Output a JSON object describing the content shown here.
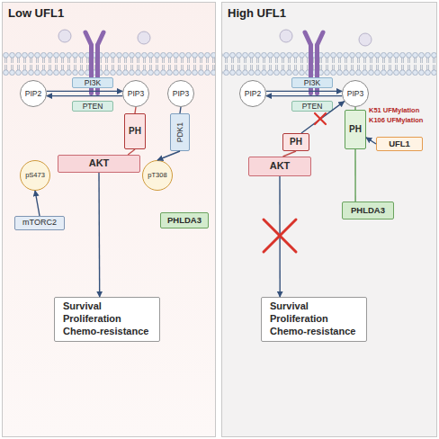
{
  "diagram": {
    "nodes": [
      {
        "text": [
          "Low UFL1"
        ]
      },
      {
        "text": [
          "PIP2"
        ],
        "in": 0
      },
      {
        "text": [
          "PI3K"
        ],
        "in": 0
      },
      {
        "text": [
          "PTEN"
        ],
        "in": 0
      },
      {
        "text": [
          "PIP3"
        ],
        "in": 0
      },
      {
        "text": [
          "PIP3"
        ],
        "in": 0
      },
      {
        "text": [
          "PH"
        ],
        "in": 0
      },
      {
        "text": [
          "PDK1"
        ],
        "in": 0
      },
      {
        "text": [
          "AKT"
        ],
        "in": 0
      },
      {
        "text": [
          "pS473"
        ],
        "in": 0
      },
      {
        "text": [
          "pT308"
        ],
        "in": 0
      },
      {
        "text": [
          "mTORC2"
        ],
        "in": 0
      },
      {
        "text": [
          "PHLDA3"
        ],
        "in": 0
      },
      {
        "text": [
          "Survival Proliferation Chemo-resistance"
        ],
        "in": 0
      },
      {
        "text": [
          "High UFL1"
        ]
      },
      {
        "text": [
          "PIP2"
        ],
        "in": 14
      },
      {
        "text": [
          "PI3K"
        ],
        "in": 14
      },
      {
        "text": [
          "PTEN"
        ],
        "in": 14
      },
      {
        "text": [
          "PIP3"
        ],
        "in": 14
      },
      {
        "text": [
          "PH"
        ],
        "in": 14
      },
      {
        "text": [
          "UFL1"
        ],
        "in": 14
      },
      {
        "text": [
          "PH"
        ],
        "in": 14
      },
      {
        "text": [
          "AKT"
        ],
        "in": 14
      },
      {
        "text": [
          "PHLDA3"
        ],
        "in": 14
      },
      {
        "text": [
          "Survival Proliferation Chemo-resistance"
        ],
        "in": 14
      }
    ],
    "edges": [
      {
        "from": 1,
        "to": 4,
        "arrow": "to"
      },
      {
        "from": 4,
        "to": 1,
        "arrow": "to"
      },
      {
        "from": 4,
        "to": 6,
        "arrow": "none"
      },
      {
        "from": 6,
        "to": 8,
        "arrow": "none"
      },
      {
        "from": 5,
        "to": 7,
        "arrow": "none"
      },
      {
        "from": 7,
        "to": 10,
        "arrow": "to"
      },
      {
        "from": 11,
        "to": 9,
        "arrow": "to"
      },
      {
        "from": 8,
        "to": 13,
        "arrow": "to"
      },
      {
        "from": 15,
        "to": 18,
        "arrow": "to"
      },
      {
        "from": 18,
        "to": 15,
        "arrow": "to"
      },
      {
        "from": 19,
        "to": 18,
        "arrow": "none"
      },
      {
        "from": 20,
        "to": 19,
        "arrow": "to"
      },
      {
        "from": 19,
        "to": 23,
        "arrow": "none"
      },
      {
        "from": 21,
        "to": 18,
        "arrow": "to"
      },
      {
        "from": 21,
        "to": 22,
        "arrow": "none"
      },
      {
        "from": 22,
        "to": 24,
        "arrow": "to"
      }
    ],
    "labels": [
      "K51 UFMylation",
      "K106 UFMylation"
    ]
  }
}
